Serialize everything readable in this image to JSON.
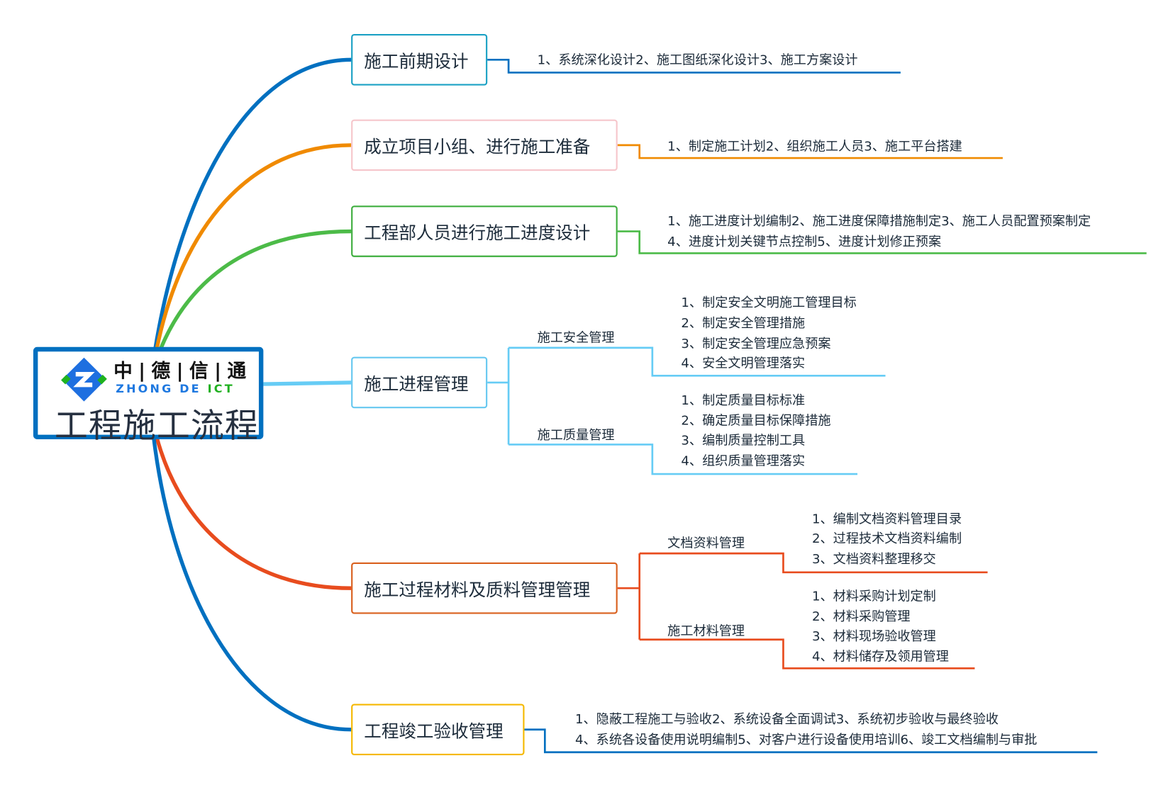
{
  "center": {
    "brand_cn": "中|德|信|通",
    "brand_en_a": "ZHONG DE ",
    "brand_en_b": "ICT",
    "title": "工程施工流程"
  },
  "branches": [
    {
      "label": "施工前期设计",
      "color": "#0070c0",
      "border": "#1ba1c4",
      "details": [
        "1、系统深化设计2、施工图纸深化设计3、施工方案设计"
      ]
    },
    {
      "label": "成立项目小组、进行施工准备",
      "color": "#f08a00",
      "border": "#f6c6cb",
      "details": [
        "1、制定施工计划2、组织施工人员3、施工平台搭建"
      ]
    },
    {
      "label": "工程部人员进行施工进度设计",
      "color": "#4cbb48",
      "border": "#3fae3f",
      "details": [
        "1、施工进度计划编制2、施工进度保障措施制定3、施工人员配置预案制定",
        "4、进度计划关键节点控制5、进度计划修正预案"
      ]
    },
    {
      "label": "施工进程管理",
      "color": "#66ccf5",
      "border": "#66c8f0",
      "subs": [
        {
          "label": "施工安全管理",
          "items": [
            "1、制定安全文明施工管理目标",
            "2、制定安全管理措施",
            "3、制定安全管理应急预案",
            "4、安全文明管理落实"
          ]
        },
        {
          "label": "施工质量管理",
          "items": [
            "1、制定质量目标标准",
            "2、确定质量目标保障措施",
            "3、编制质量控制工具",
            "4、组织质量管理落实"
          ]
        }
      ]
    },
    {
      "label": "施工过程材料及质料管理管理",
      "color": "#e84c1e",
      "border": "#d9601e",
      "subs": [
        {
          "label": "文档资料管理",
          "items": [
            "1、编制文档资料管理目录",
            "2、过程技术文档资料编制",
            "3、文档资料整理移交"
          ]
        },
        {
          "label": "施工材料管理",
          "items": [
            "1、材料采购计划定制",
            "2、材料采购管理",
            "3、材料现场验收管理",
            "4、材料储存及领用管理"
          ]
        }
      ]
    },
    {
      "label": "工程竣工验收管理",
      "color": "#0070c0",
      "border": "#f5b800",
      "details": [
        "1、隐蔽工程施工与验收2、系统设备全面调试3、系统初步验收与最终验收",
        "4、系统各设备使用说明编制5、对客户进行设备使用培训6、竣工文档编制与审批"
      ]
    }
  ]
}
